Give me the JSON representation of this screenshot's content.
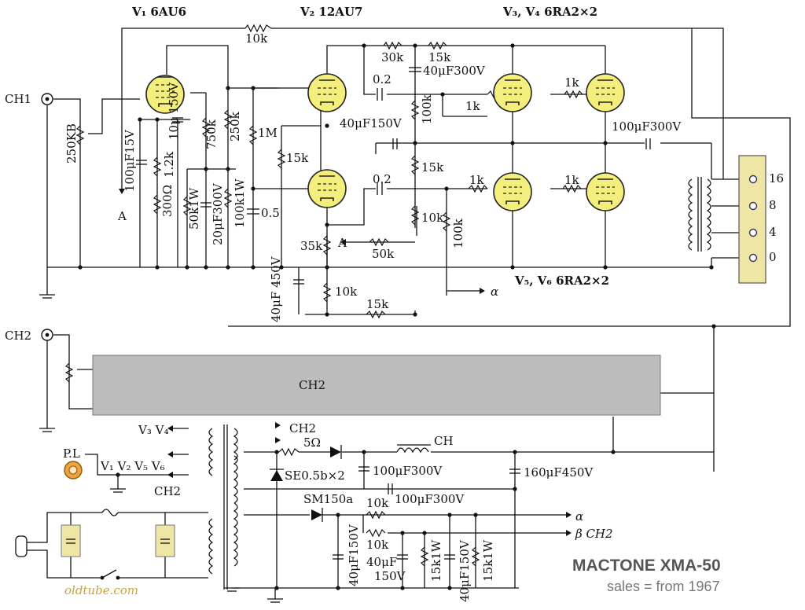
{
  "header": {
    "v1": "V₁ 6AU6",
    "v2": "V₂ 12AU7",
    "v34": "V₃, V₄ 6RA2×2",
    "v56": "V₅, V₆ 6RA2×2"
  },
  "inputs": {
    "ch1": "CH1",
    "ch2": "CH2"
  },
  "components": {
    "r_10k_top": "10k",
    "r_30k": "30k",
    "r_15k_top": "15k",
    "c_40uf300": "40μF300V",
    "c_02a": "0.2",
    "c_02b": "0.2",
    "r_1k_a": "1k",
    "r_1k_b": "1k",
    "r_1k_c": "1k",
    "r_1k_d": "1k",
    "r_100k_a": "100k",
    "r_100k_b": "100k",
    "c_40uf150": "40μF150V",
    "c_100uf300_out": "100μF300V",
    "pot_250kb": "250KB",
    "c_100uf15": "100μF15V",
    "r_1_2k": "1.2k",
    "c_10u150": "10μ 150V",
    "r_750k": "750k",
    "r_250k": "250k",
    "r_1m": "1M",
    "r_15k_v2": "15k",
    "r_15k_mid": "15k",
    "r_300": "300Ω",
    "r_50k1w": "50k1W",
    "c_20u300": "20μF300V",
    "r_100k1w": "100k1W",
    "c_05": "0.5",
    "r_35k": "35k",
    "r_50k": "50k",
    "pot_10k": "10k",
    "pot_10k_b": "10k",
    "c_40u450": "40μF 450V",
    "r_15k_bot": "15k",
    "node_a1": "A",
    "node_a2": "A",
    "alpha": "α"
  },
  "outputs": {
    "t16": "16",
    "t8": "8",
    "t4": "4",
    "t0": "0"
  },
  "ch2_block": "CH2",
  "power": {
    "pl": "P.L",
    "v34": "V₃ V₄",
    "v1256": "V₁ V₂ V₅ V₆",
    "ch2a": "CH2",
    "ch2b": "CH2",
    "r_5": "5Ω",
    "choke": "CH",
    "se": "SE0.5b×2",
    "c_100uf300_a": "100μF300V",
    "c_100uf300_b": "100μF300V",
    "c_160uf450": "160μF450V",
    "sm": "SM150a",
    "r_10k_a": "10k",
    "r_10k_b": "10k",
    "c_40u150_a": "40μF150V",
    "c_40u_b": "40μF",
    "c_40u_b2": "150V",
    "r_15k1w_a": "15k1W",
    "c_40u150_c": "40μF150V",
    "r_15k1w_b": "15k1W",
    "alpha": "α",
    "beta": "β CH2"
  },
  "brand": {
    "model": "MACTONE  XMA-50",
    "sales": "sales = from 1967",
    "site": "oldtube.com"
  },
  "colors": {
    "tube": "#f4ee7d",
    "ch2_block": "#bcbcbc",
    "terminal_strip": "#efe6a6",
    "pilot": "#f0a23c"
  }
}
